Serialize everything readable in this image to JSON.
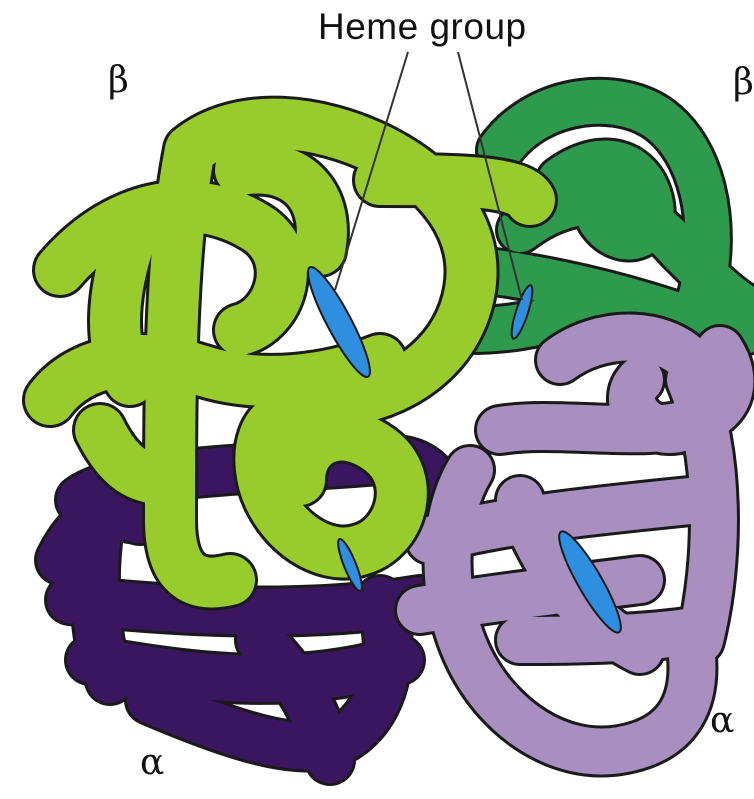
{
  "labels": {
    "heme_group": "Heme group",
    "beta_left": "β",
    "beta_right": "β",
    "alpha_left": "α",
    "alpha_right": "α"
  },
  "colors": {
    "beta_left_chain": "#98cc2c",
    "beta_right_chain": "#2e9a4e",
    "alpha_left_chain": "#3a1560",
    "alpha_right_chain": "#a98fbf",
    "heme": "#2e8ee0",
    "outline": "#1a1a1a"
  }
}
